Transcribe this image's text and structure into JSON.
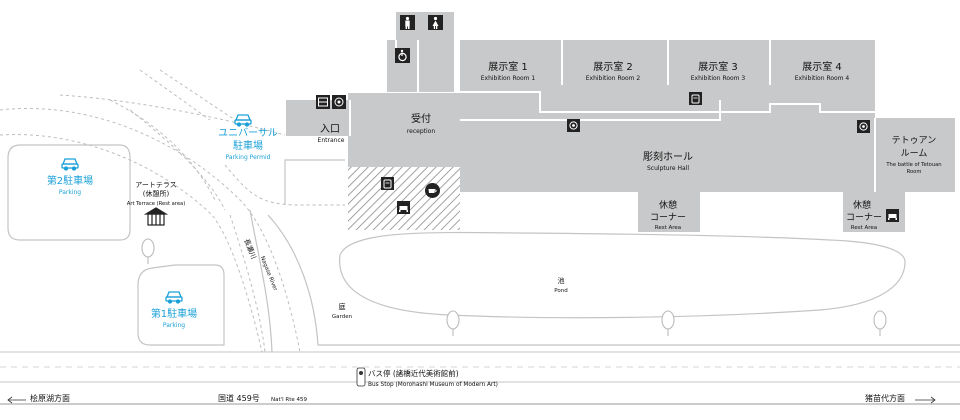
{
  "colors": {
    "building": "#c8c9ca",
    "road_line": "#bdbdbd",
    "accent_blue": "#1aa0d8",
    "icon_dark": "#222222"
  },
  "rooms": {
    "exhibition1": {
      "ja": "展示室 1",
      "en": "Exhibition Room 1"
    },
    "exhibition2": {
      "ja": "展示室 2",
      "en": "Exhibition Room 2"
    },
    "exhibition3": {
      "ja": "展示室 3",
      "en": "Exhibition Room 3"
    },
    "exhibition4": {
      "ja": "展示室 4",
      "en": "Exhibition Room 4"
    },
    "entrance": {
      "ja": "入口",
      "en": "Entrance"
    },
    "reception": {
      "ja": "受付",
      "en": "reception"
    },
    "sculpture_hall": {
      "ja": "彫刻ホール",
      "en": "Sculpture Hall"
    },
    "tetouan_ja_line1": "テトゥアン",
    "tetouan_ja_line2": "ルーム",
    "tetouan_en_line1": "The battle of Tetouan",
    "tetouan_en_line2": "Room",
    "rest_area1_ja_line1": "休憩",
    "rest_area1_ja_line2": "コーナー",
    "rest_area1_en": "Rest Area",
    "rest_area2_ja_line1": "休憩",
    "rest_area2_ja_line2": "コーナー",
    "rest_area2_en": "Rest Area"
  },
  "parking": {
    "universal_ja_line1": "ユニバーサル",
    "universal_ja_line2": "駐車場",
    "universal_en": "Parking Permid",
    "p2_ja": "第2駐車場",
    "p2_en": "Parking",
    "p1_ja": "第1駐車場",
    "p1_en": "Parking"
  },
  "places": {
    "art_terrace_ja_line1": "アートテラス",
    "art_terrace_ja_line2": "(休憩所)",
    "art_terrace_en": "Art Terrace (Rest area)",
    "pond_ja": "池",
    "pond_en": "Pond",
    "garden_ja": "庭",
    "garden_en": "Garden",
    "river_ja": "長瀬川",
    "river_en": "Nagase River",
    "bus_stop_ja": "バス停 (諸橋近代美術館前)",
    "bus_stop_en": "Bus Stop (Morohashi Museum of Modern Art)"
  },
  "road": {
    "name_ja": "国道 459号",
    "name_en": "Nat'l Rte 459",
    "left_dir": "桧原湖方面",
    "right_dir": "猪苗代方面"
  },
  "icons": [
    "toilet-men-icon",
    "toilet-women-icon",
    "toilet-accessible-icon",
    "locker-icon",
    "audio-guide-icon",
    "cafe-icon",
    "phone-icon",
    "sofa-icon",
    "car-icon",
    "rest-house-icon",
    "tree-icon",
    "bus-stop-icon",
    "arrow-left-icon",
    "arrow-right-icon"
  ]
}
